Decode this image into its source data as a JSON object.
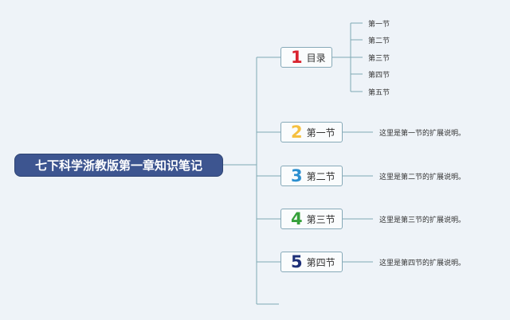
{
  "title": "七下科学浙教版第一章知识笔记",
  "colors": {
    "root_bg": "#3d5590",
    "connector": "#7fa9b3",
    "num1": "#d9232e",
    "num2": "#f5c040",
    "num3": "#2b8fd0",
    "num4": "#35a03a",
    "num5": "#1c2f78"
  },
  "branches": [
    {
      "num": "1",
      "label": "目录",
      "subs": [
        "第一节",
        "第二节",
        "第三节",
        "第四节",
        "第五节"
      ]
    },
    {
      "num": "2",
      "label": "第一节",
      "note": "这里是第一节的扩展说明。"
    },
    {
      "num": "3",
      "label": "第二节",
      "note": "这里是第二节的扩展说明。"
    },
    {
      "num": "4",
      "label": "第三节",
      "note": "这里是第三节的扩展说明。"
    },
    {
      "num": "5",
      "label": "第四节",
      "note": "这里是第四节的扩展说明。"
    }
  ]
}
